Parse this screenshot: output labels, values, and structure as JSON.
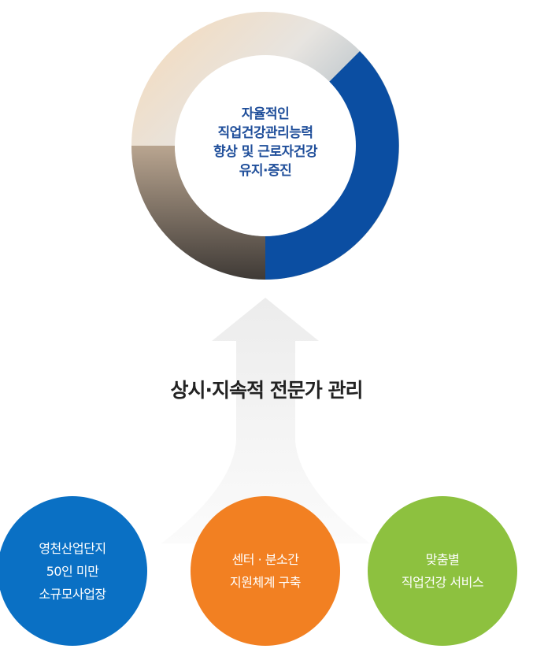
{
  "goal": {
    "lines": [
      "자율적인",
      "직업건강관리능력",
      "향상 및 근로자건강",
      "유지·증진"
    ]
  },
  "headline": "상시·지속적 전문가 관리",
  "pillars": [
    {
      "lines": [
        "영천산업단지",
        "50인 미만",
        "소규모사업장"
      ],
      "color": "#0a70c4"
    },
    {
      "lines": [
        "센터 · 분소간",
        "지원체계 구축"
      ],
      "color": "#f28022"
    },
    {
      "lines": [
        "맞춤별",
        "직업건강 서비스"
      ],
      "color": "#8dc13f"
    }
  ],
  "colors": {
    "ring_accent": "#0b4ea2"
  }
}
